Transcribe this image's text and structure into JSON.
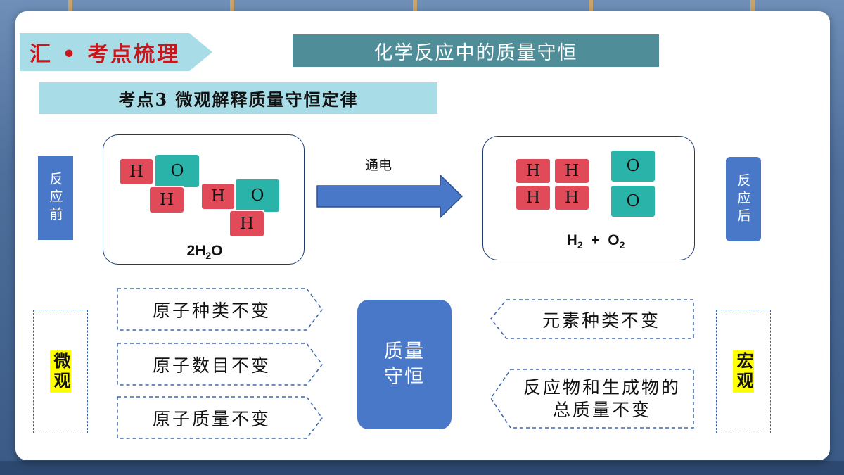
{
  "header": {
    "section_tag": "汇 • 考点梳理",
    "main_title": "化学反应中的质量守恒",
    "sub_title": "考点3 微观解释质量守恒定律"
  },
  "reaction": {
    "before_label": "反应前",
    "after_label": "反应后",
    "condition": "通电",
    "reactant": {
      "coef": "2",
      "e1": "H",
      "sub1": "2",
      "e2": "O"
    },
    "products": {
      "e1": "H",
      "sub1": "2",
      "plus": "+",
      "e2": "O",
      "sub2": "2"
    },
    "atom_h": "H",
    "atom_o": "O"
  },
  "micro": {
    "label": "微观",
    "items": [
      "原子种类不变",
      "原子数目不变",
      "原子质量不变"
    ]
  },
  "center": {
    "line1": "质量",
    "line2": "守恒"
  },
  "macro": {
    "label": "宏观",
    "items": [
      "元素种类不变"
    ],
    "item2_line1": "反应物和生成物的",
    "item2_line2": "总质量不变"
  },
  "colors": {
    "atom_h": "#e04a59",
    "atom_o": "#2ab3a8",
    "accent_blue": "#4a78c9",
    "title_teal": "#4f8d99",
    "light_cyan": "#a8dde8",
    "tag_red": "#c8161d"
  }
}
